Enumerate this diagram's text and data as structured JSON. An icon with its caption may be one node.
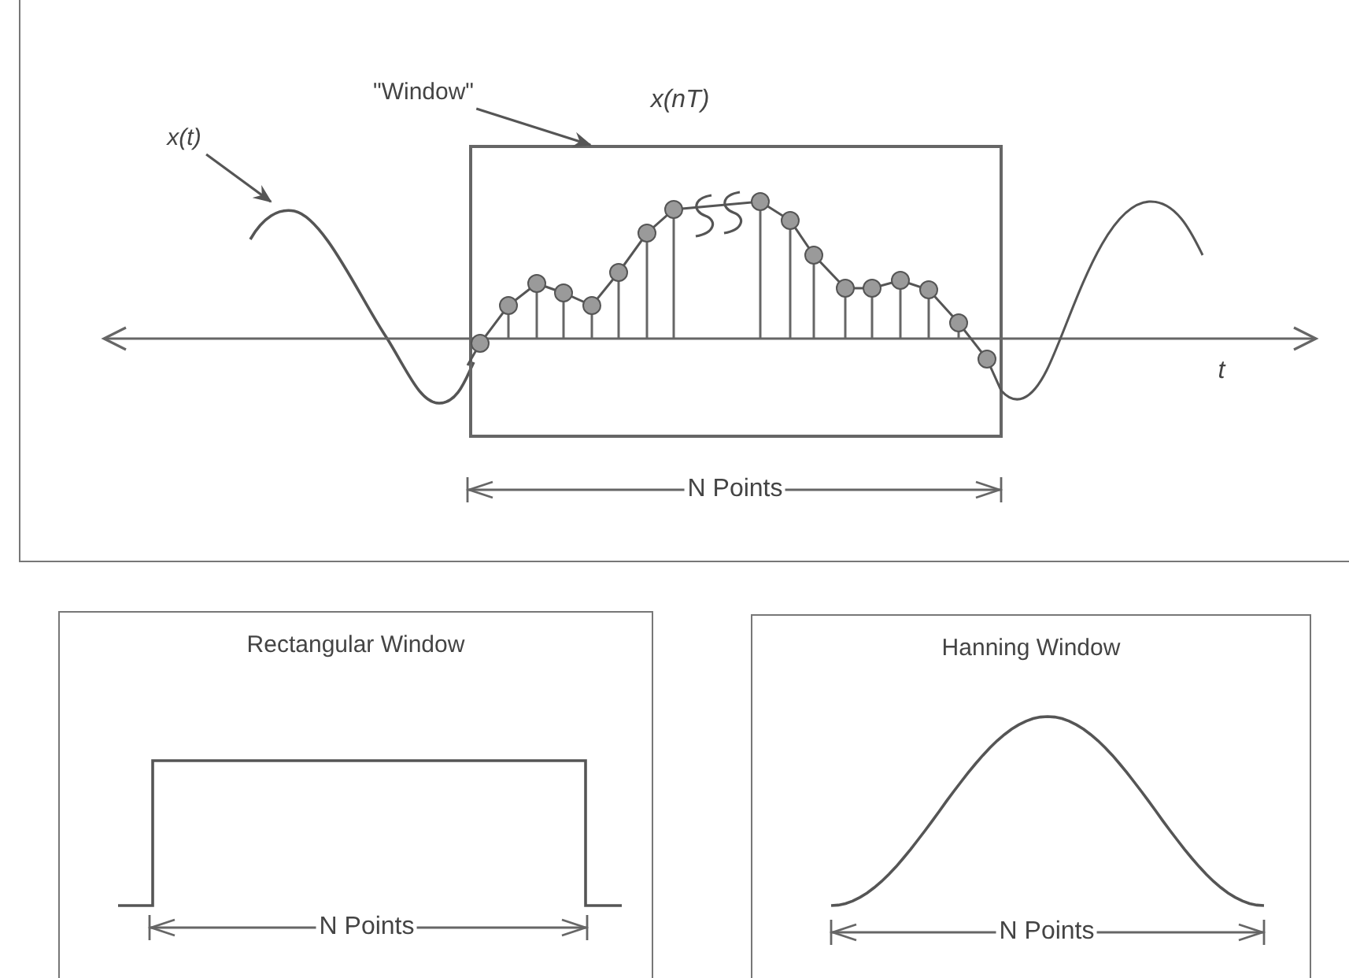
{
  "diagram": {
    "nodes": [
      {
        "text": [],
        "shape": "box"
      },
      {
        "text": [
          "x(t)"
        ],
        "in": 0
      },
      {
        "text": [],
        "shape": "picture",
        "in": 0
      },
      {
        "text": [
          "\"Window\""
        ],
        "in": 0
      },
      {
        "text": [],
        "shape": "box",
        "in": 0
      },
      {
        "text": [
          "Rectangular Window"
        ]
      },
      {
        "text": [
          "Hanning Window"
        ]
      }
    ],
    "edges": [
      {
        "from": 1,
        "to": 2,
        "arrow": "to"
      },
      {
        "from": 3,
        "to": 4,
        "arrow": "to"
      }
    ],
    "labels": [
      "x(nT)",
      "t",
      "N Points",
      "N Points",
      "N Points"
    ]
  }
}
